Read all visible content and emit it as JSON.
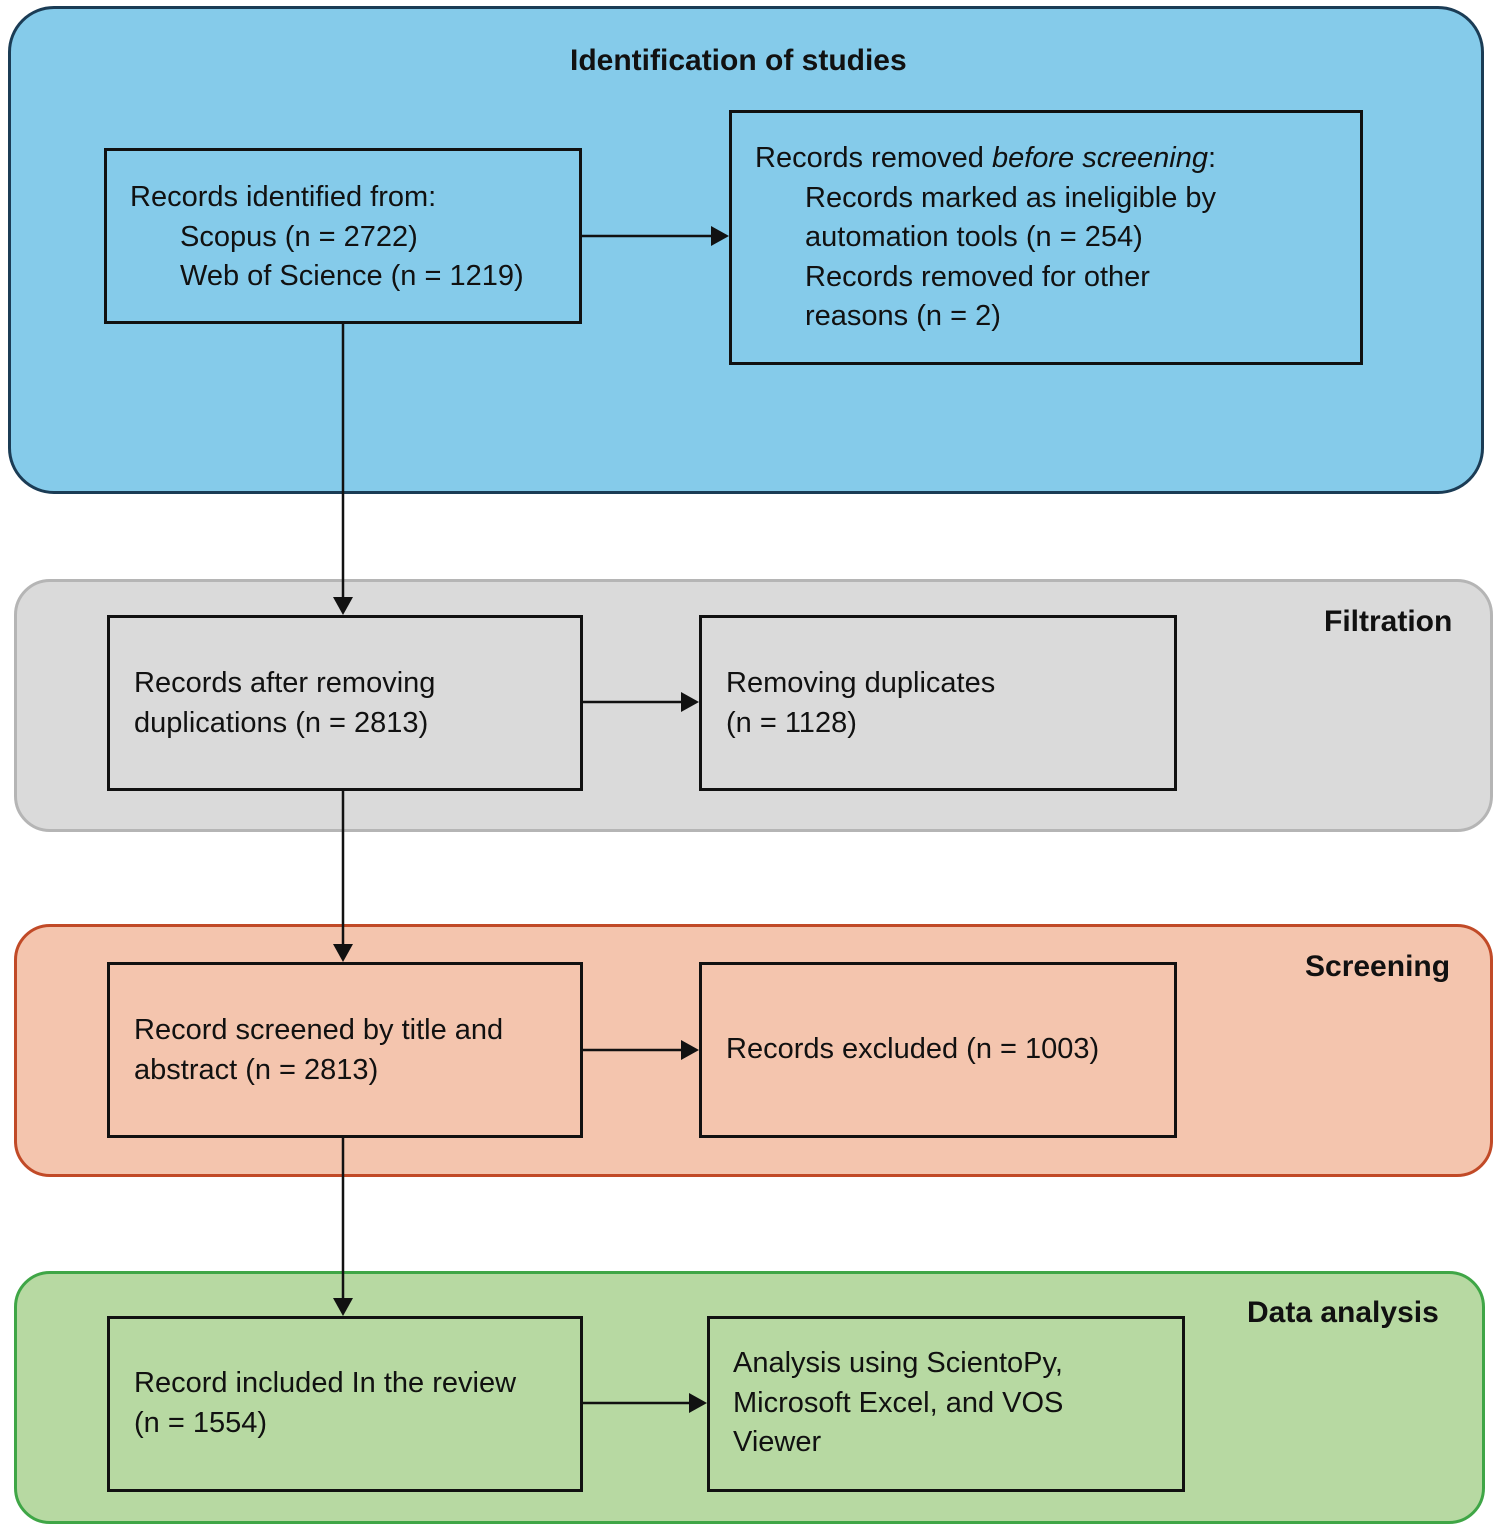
{
  "identification": {
    "title": "Identification of studies",
    "records_identified": {
      "heading": "Records identified from:",
      "scopus": "Scopus (n = 2722)",
      "wos": "Web of Science (n = 1219)"
    },
    "records_removed": {
      "heading_a": "Records removed ",
      "heading_b": "before screening",
      "heading_c": ":",
      "line1": "Records marked as ineligible by",
      "line2": "automation tools (n = 254)",
      "line3": "Records removed for other",
      "line4": "reasons (n = 2)"
    }
  },
  "filtration": {
    "title": "Filtration",
    "after_dedup": {
      "line1": "Records after removing",
      "line2": "duplications  (n = 2813)"
    },
    "removing": {
      "line1": "Removing duplicates",
      "line2": "(n = 1128)"
    }
  },
  "screening": {
    "title": "Screening",
    "screened": {
      "line1": "Record screened by title and",
      "line2": "abstract (n = 2813)"
    },
    "excluded": {
      "line1": "Records excluded (n = 1003)"
    }
  },
  "data_analysis": {
    "title": "Data analysis",
    "included": {
      "line1": "Record included In the review",
      "line2": "(n = 1554)"
    },
    "analysis": {
      "line1": "Analysis using ScientoPy,",
      "line2": "Microsoft Excel, and VOS",
      "line3": "Viewer"
    }
  },
  "colors": {
    "identification_fill": "#85cbea",
    "filtration_fill": "#dadada",
    "screening_fill": "#f4c5ae",
    "data_analysis_fill": "#b7d9a2"
  }
}
